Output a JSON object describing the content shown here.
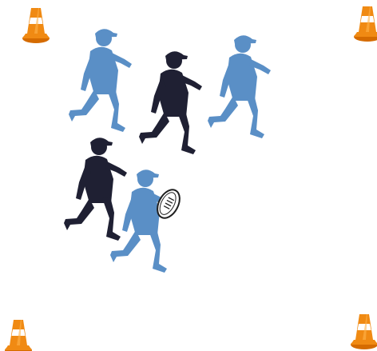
{
  "scene": {
    "background_color": "#ffffff",
    "cones": [
      {
        "corner": "top-left",
        "icon": "traffic-cone-icon"
      },
      {
        "corner": "top-right",
        "icon": "traffic-cone-icon"
      },
      {
        "corner": "bottom-left",
        "icon": "traffic-cone-icon"
      },
      {
        "corner": "bottom-right",
        "icon": "traffic-cone-icon"
      }
    ],
    "players": [
      {
        "team": "light-blue",
        "has_ball": false,
        "icon": "running-player-icon"
      },
      {
        "team": "navy",
        "has_ball": false,
        "icon": "running-player-icon"
      },
      {
        "team": "light-blue",
        "has_ball": false,
        "icon": "running-player-icon"
      },
      {
        "team": "navy",
        "has_ball": false,
        "icon": "running-player-icon"
      },
      {
        "team": "light-blue",
        "has_ball": true,
        "icon": "running-player-icon"
      }
    ],
    "ball": {
      "icon": "rugby-ball-icon",
      "held_by_player": 5
    },
    "colors": {
      "team_light_blue": "#5a8fc6",
      "team_navy": "#1f2033",
      "cone_orange": "#f08a13",
      "cone_white_band": "#ffffff",
      "ball_outline": "#1f1f1f"
    }
  }
}
